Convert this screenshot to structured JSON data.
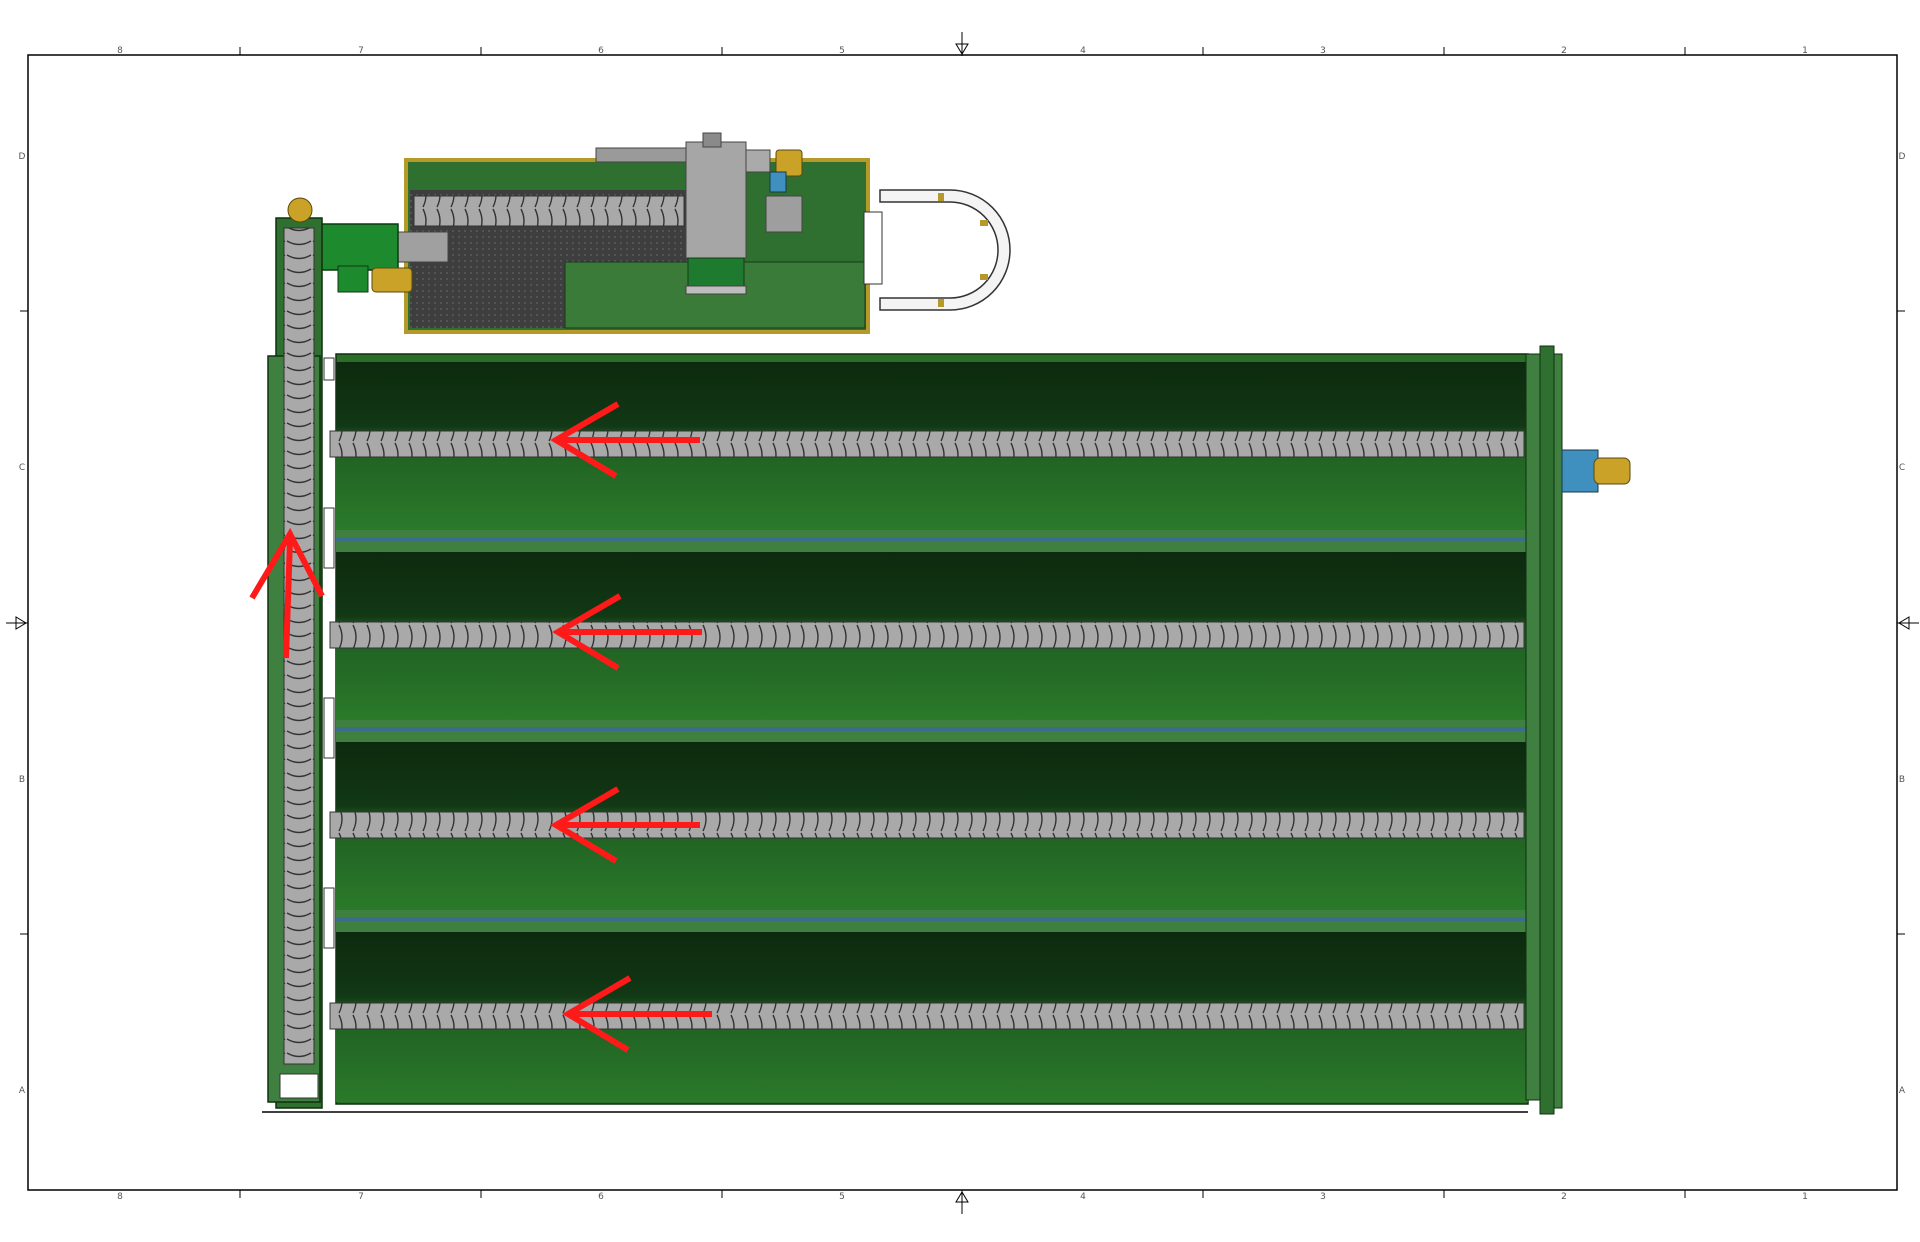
{
  "frame": {
    "columns_top": [
      "8",
      "7",
      "6",
      "5",
      "4",
      "3",
      "2",
      "1"
    ],
    "columns_bottom": [
      "8",
      "7",
      "6",
      "5",
      "4",
      "3",
      "2",
      "1"
    ],
    "rows_left": [
      "D",
      "C",
      "B",
      "A"
    ],
    "rows_right": [
      "D",
      "C",
      "B",
      "A"
    ]
  },
  "colors": {
    "frame_line": "#000000",
    "trough_green": "#2a6e2a",
    "trough_dark": "#0f3010",
    "frame_green": "#3f7f3f",
    "auger_gray": "#9e9e9e",
    "motor_yellow": "#c9a227",
    "motor_blue": "#3f8fbf",
    "hopper_gray": "#6a6a6a",
    "flow_arrow": "#ff1a1a"
  },
  "components": {
    "icons": [
      "feed-hopper-icon",
      "screw-press-icon",
      "gearbox-icon",
      "drive-motor-icon",
      "vertical-auger-icon",
      "trough-auger-icon",
      "flow-arrow-icon",
      "chute-guard-icon"
    ]
  },
  "troughs": [
    {
      "name": "trough-1"
    },
    {
      "name": "trough-2"
    },
    {
      "name": "trough-3"
    },
    {
      "name": "trough-4"
    }
  ]
}
